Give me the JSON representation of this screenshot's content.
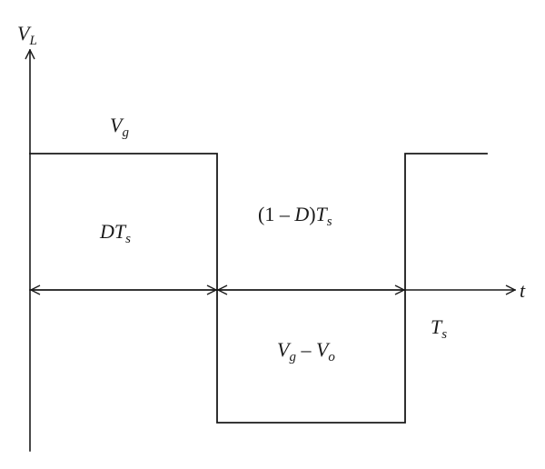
{
  "labels": {
    "y_axis": {
      "main": "V",
      "sub": "L"
    },
    "x_axis": "t",
    "high_level": {
      "main": "V",
      "sub": "g"
    },
    "low_level": {
      "left_main": "V",
      "left_sub": "g",
      "minus": " – ",
      "right_main": "V",
      "right_sub": "o"
    },
    "duty_interval": {
      "main": "DT",
      "sub": "s"
    },
    "off_interval": {
      "prefix": "(1 – ",
      "d": "D",
      "suffix": ")",
      "main": "T",
      "sub": "s"
    },
    "period": {
      "main": "T",
      "sub": "s"
    }
  }
}
